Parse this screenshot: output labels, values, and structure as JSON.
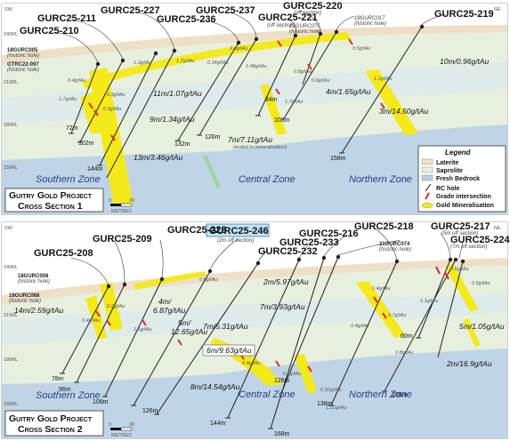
{
  "section1": {
    "sw": "SW",
    "ne": "NE",
    "title_line1": "Guitry Gold Project",
    "title_line2": "Cross Section 1",
    "zones": [
      "Southern Zone",
      "Central Zone",
      "Northern Zone"
    ],
    "rl_labels": [
      "240RL",
      "210RL",
      "180RL",
      "150RL"
    ],
    "scale": {
      "zero": "0",
      "max": "30",
      "unit": "METRES"
    },
    "holes": [
      {
        "name": "GURC25-211",
        "note": ""
      },
      {
        "name": "GURC25-210",
        "note": ""
      },
      {
        "name": "GURC25-227",
        "note": ""
      },
      {
        "name": "GURC25-236",
        "note": ""
      },
      {
        "name": "GURC25-237",
        "note": ""
      },
      {
        "name": "GURC25-221",
        "note": "(off section)"
      },
      {
        "name": "GURC25-220",
        "note": "(off section)"
      },
      {
        "name": "21GURC075",
        "note": "(historic hole)"
      },
      {
        "name": "18GURC017",
        "note": "(historic hole)"
      },
      {
        "name": "GURC25-219",
        "note": ""
      },
      {
        "name": "18GURC005",
        "note": "(historic hole)"
      },
      {
        "name": "GTRC22-097",
        "note": "(historic hole)"
      }
    ],
    "grades": [
      "11m/1.07g/tAu",
      "9m/1.34g/tAu",
      "13m/3.46g/tAu",
      "7m/7.11g/tAu",
      "(ended in mineralisation)",
      "4m/1.65g/tAu",
      "3m/14.50g/tAu",
      "10m/0.96g/tAu"
    ],
    "minor_grades": [
      "1.7g/tAu",
      "0.3g/tAu",
      "0.3g/tAu",
      "0.4g/tAu",
      "1.3g/tAu",
      "1.7g/tAu",
      "0.34g/tAu",
      "1.48g/tAu",
      "0.8g/tAu",
      "2.4g/tAu",
      "1.7g/tAu",
      "0.6g/tAu",
      "0.5g/tAu",
      "1.1g/tAu"
    ],
    "depths": [
      "72m",
      "102m",
      "144m",
      "132m",
      "126m",
      "84m",
      "108m",
      "158m"
    ],
    "legend": {
      "title": "Legend",
      "items": [
        "Laterite",
        "Saprolite",
        "Fresh Bedrock",
        "RC hole",
        "Grade intersection",
        "Gold Mineralisation"
      ],
      "colors": {
        "laterite": "#f0e0c8",
        "saprolite": "#e8f1dd",
        "bedrock": "#b7d0e3",
        "mineral": "#f5ea1a",
        "grade": "#e8251b"
      }
    }
  },
  "section2": {
    "sw": "SW",
    "ne": "NE",
    "title_line1": "Guitry Gold Project",
    "title_line2": "Cross Section 2",
    "zones": [
      "Southern Zone",
      "Central Zone",
      "Northern Zone"
    ],
    "rl_labels": [
      "240RL",
      "210RL",
      "180RL",
      "150RL"
    ],
    "scale": {
      "zero": "0",
      "max": "30",
      "unit": "METRES"
    },
    "highlight_hole": "GURC25-246",
    "highlight_note": "(2m off section)",
    "holes": [
      {
        "name": "GURC25-228",
        "note": ""
      },
      {
        "name": "GURC25-209",
        "note": ""
      },
      {
        "name": "GURC25-208",
        "note": ""
      },
      {
        "name": "GURC25-216",
        "note": ""
      },
      {
        "name": "GURC25-233",
        "note": ""
      },
      {
        "name": "GURC25-232",
        "note": ""
      },
      {
        "name": "GURC25-218",
        "note": ""
      },
      {
        "name": "21GURC074",
        "note": "(historic hole)"
      },
      {
        "name": "GURC25-217",
        "note": "(5m off section)"
      },
      {
        "name": "GURC25-224",
        "note": "(7m off section)"
      },
      {
        "name": "18GURC008",
        "note": "(historic hole)"
      },
      {
        "name": "18GURC068",
        "note": "(historic hole)"
      }
    ],
    "grades": [
      "14m/2.59g/tAu",
      "4m/",
      "6.87g/tAu",
      "5m/",
      "12.65g/tAu",
      "2m/5.97g/tAu",
      "7m/3.93g/tAu",
      "7m/5.31g/tAu",
      "6m/9.63g/tAu",
      "8m/14.54g/tAu",
      "5m/1.05g/tAu",
      "2m/16.9g/tAu"
    ],
    "minor_grades": [
      "0.4g/tAu",
      "0.2g/tAu",
      "1.1g/tAu",
      "0.8g/tAu",
      "0.4g/tAu",
      "0.9g/tAu",
      "1.4g/tAu",
      "0.7g/tAu",
      "0.4g/tAu",
      "0.6g/tAu",
      "0.5g/tAu",
      "1.1g/tAu",
      "1.8g/tAu",
      "0.32g/tAu",
      "1.22g/tAu"
    ],
    "depths": [
      "78m",
      "96m",
      "108m",
      "126m",
      "144m",
      "126m",
      "168m",
      "138m",
      "108m",
      "60m"
    ]
  }
}
